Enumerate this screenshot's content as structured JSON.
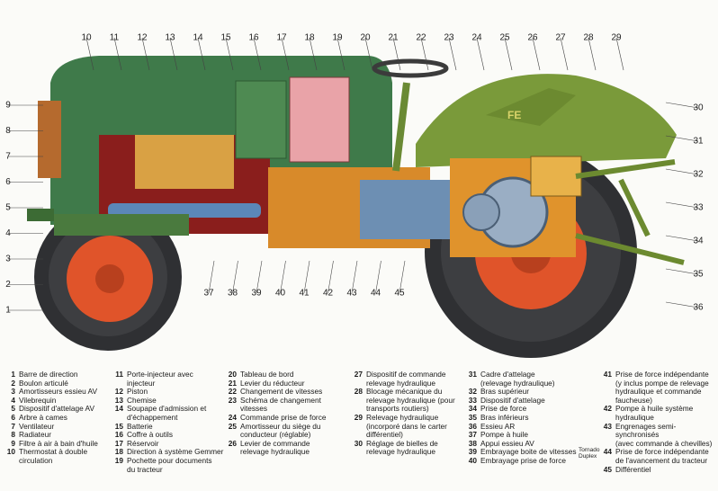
{
  "callouts_top": [
    "10",
    "11",
    "12",
    "13",
    "14",
    "15",
    "16",
    "17",
    "18",
    "19",
    "20",
    "21",
    "22",
    "23",
    "24",
    "25",
    "26",
    "27",
    "28",
    "29"
  ],
  "callouts_left": [
    "9",
    "8",
    "7",
    "6",
    "5",
    "4",
    "3",
    "2",
    "1"
  ],
  "callouts_right": [
    "30",
    "31",
    "32",
    "33",
    "34",
    "35",
    "36"
  ],
  "callouts_bottom": [
    "37",
    "38",
    "39",
    "40",
    "41",
    "42",
    "43",
    "44",
    "45"
  ],
  "hood_brand": "FE",
  "legend": [
    [
      {
        "num": "1",
        "text": "Barre de direction"
      },
      {
        "num": "2",
        "text": "Boulon articulé"
      },
      {
        "num": "3",
        "text": "Amortisseurs essieu AV"
      },
      {
        "num": "4",
        "text": "Vilebrequin"
      },
      {
        "num": "5",
        "text": "Dispositif d'attelage AV"
      },
      {
        "num": "6",
        "text": "Arbre à cames"
      },
      {
        "num": "7",
        "text": "Ventilateur"
      },
      {
        "num": "8",
        "text": "Radiateur"
      },
      {
        "num": "9",
        "text": "Filtre à air à bain d'huile"
      },
      {
        "num": "10",
        "text": "Thermostat à double\ncirculation"
      }
    ],
    [
      {
        "num": "11",
        "text": "Porte-injecteur avec\ninjecteur"
      },
      {
        "num": "12",
        "text": "Piston"
      },
      {
        "num": "13",
        "text": "Chemise"
      },
      {
        "num": "14",
        "text": "Soupape d'admission et\nd'échappement"
      },
      {
        "num": "15",
        "text": "Batterie"
      },
      {
        "num": "16",
        "text": "Coffre à outils"
      },
      {
        "num": "17",
        "text": "Réservoir"
      },
      {
        "num": "18",
        "text": "Direction à système Gemmer"
      },
      {
        "num": "19",
        "text": "Pochette pour documents\ndu tracteur"
      }
    ],
    [
      {
        "num": "20",
        "text": "Tableau de bord"
      },
      {
        "num": "21",
        "text": "Levier du réducteur"
      },
      {
        "num": "22",
        "text": "Changement de vitesses"
      },
      {
        "num": "23",
        "text": "Schéma de changement\nvitesses"
      },
      {
        "num": "24",
        "text": "Commande prise de force"
      },
      {
        "num": "25",
        "text": "Amortisseur du siège du\nconducteur (réglable)"
      },
      {
        "num": "26",
        "text": "Levier de commande\nrelevage hydraulique"
      }
    ],
    [
      {
        "num": "27",
        "text": "Dispositif de commande\nrelevage hydraulique"
      },
      {
        "num": "28",
        "text": "Blocage mécanique du\nrelevage hydraulique (pour\ntransports routiers)"
      },
      {
        "num": "29",
        "text": "Relevage hydraulique\n(incorporé dans le carter\ndifférentiel)"
      },
      {
        "num": "30",
        "text": "Réglage de bielles de\nrelevage hydraulique"
      }
    ],
    [
      {
        "num": "31",
        "text": "Cadre d'attelage\n(relevage hydraulique)"
      },
      {
        "num": "32",
        "text": "Bras supérieur"
      },
      {
        "num": "33",
        "text": "Dispositif d'attelage"
      },
      {
        "num": "34",
        "text": "Prise de force"
      },
      {
        "num": "35",
        "text": "Bras inférieurs"
      },
      {
        "num": "36",
        "text": "Essieu AR"
      },
      {
        "num": "37",
        "text": "Pompe à huile"
      },
      {
        "num": "38",
        "text": "Appui essieu AV"
      },
      {
        "num": "39",
        "text": "Embrayage boite de vitesses"
      },
      {
        "num": "40",
        "text": "Embrayage prise de force"
      }
    ],
    [
      {
        "num": "41",
        "text": "Prise de force indépendante\n(y inclus pompe de relevage\nhydraulique et commande\nfaucheuse)"
      },
      {
        "num": "42",
        "text": "Pompe à huile système\nhydraulique"
      },
      {
        "num": "43",
        "text": "Engrenages semi-synchronisés\n(avec commande à chevilles)"
      },
      {
        "num": "44",
        "text": "Prise de force indépendante\nde l'avancement du tracteur"
      },
      {
        "num": "45",
        "text": "Différentiel"
      }
    ]
  ],
  "side_label": "Tornado\nDuplex"
}
